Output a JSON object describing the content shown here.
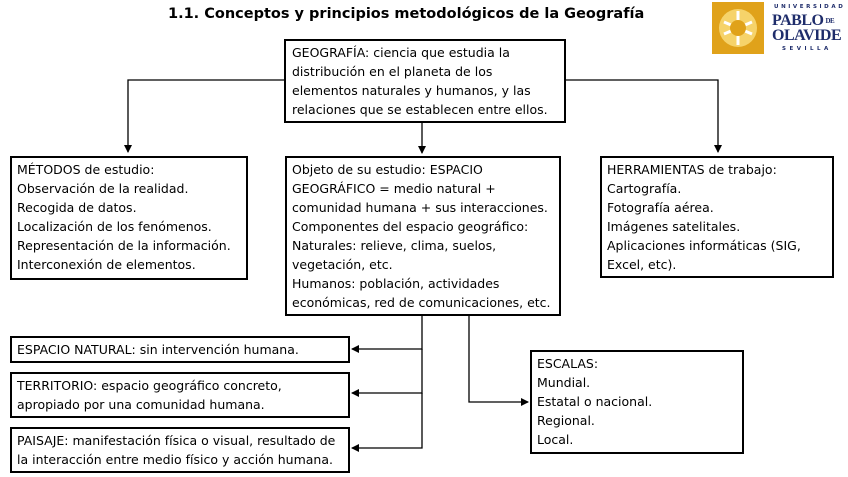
{
  "title": "1.1. Conceptos y principios metodológicos de la Geografía",
  "logo": {
    "upper": "UNIVERSIDAD",
    "line1": "PABLO",
    "de": "DE",
    "line2": "OLAVIDE",
    "lower": "SEVILLA"
  },
  "boxes": {
    "geografia": [
      "GEOGRAFÍA: ciencia que estudia la",
      "distribución en el planeta de los",
      "elementos naturales y humanos, y las",
      "relaciones que se establecen entre ellos."
    ],
    "metodos": [
      "MÉTODOS de estudio:",
      "Observación de la realidad.",
      "Recogida de datos.",
      "Localización de los fenómenos.",
      "Representación de la información.",
      "Interconexión de elementos."
    ],
    "objeto": [
      "Objeto de su estudio: ESPACIO",
      "GEOGRÁFICO = medio natural +",
      "comunidad humana + sus interacciones.",
      "Componentes del espacio geográfico:",
      "Naturales: relieve, clima, suelos,",
      "vegetación, etc.",
      "Humanos: población, actividades",
      "económicas, red de comunicaciones, etc."
    ],
    "herramientas": [
      "HERRAMIENTAS de trabajo:",
      "Cartografía.",
      "Fotografía aérea.",
      "Imágenes satelitales.",
      "Aplicaciones informáticas (SIG,",
      "Excel, etc)."
    ],
    "espacio_natural": [
      "ESPACIO NATURAL: sin intervención humana."
    ],
    "territorio": [
      "TERRITORIO: espacio geográfico concreto,",
      "apropiado por una comunidad humana."
    ],
    "paisaje": [
      "PAISAJE: manifestación física o visual, resultado de",
      "la interacción entre medio físico y acción humana."
    ],
    "escalas": [
      "ESCALAS:",
      "Mundial.",
      "Estatal o nacional.",
      "Regional.",
      "Local."
    ]
  }
}
